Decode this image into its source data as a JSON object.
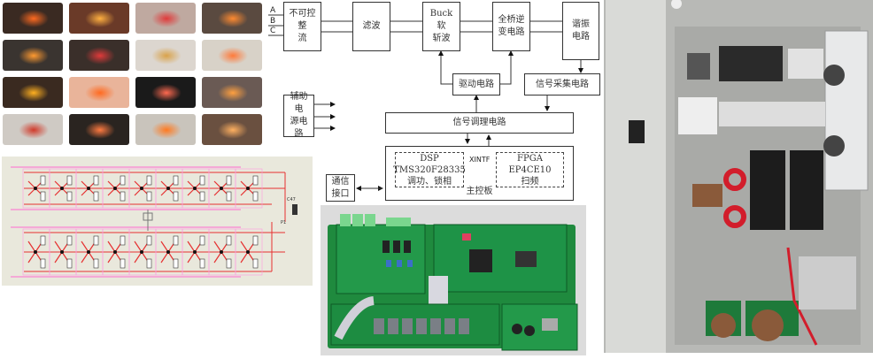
{
  "figure": {
    "photo_grid": {
      "description": "induction heating application photos",
      "rows": 4,
      "cols": 4
    },
    "block_diagram": {
      "inputs": [
        "A",
        "B",
        "C"
      ],
      "blocks": {
        "rectifier": "不可控整流",
        "filter": "滤波",
        "buck": "Buck软斩波",
        "inverter": "全桥逆变电路",
        "resonant": "谐振电路",
        "driver": "驱动电路",
        "signal_acquisition": "信号采集电路",
        "aux_power": "辅助电源电路",
        "signal_conditioning": "信号调理电路",
        "comm_interface": "通信接口",
        "main_board": "主控板"
      },
      "dsp": {
        "title": "DSP",
        "model": "TMS320F28335",
        "function": "调功、锁相"
      },
      "fpga": {
        "title": "FPGA",
        "model": "EP4CE10",
        "function": "扫频"
      },
      "bus_label": "XINTF"
    },
    "schematic": {
      "description": "IGBT series module circuit schematic",
      "capacitor_label": "C47",
      "inductor_label": "P1"
    },
    "pcb_photo": {
      "description": "control board hardware photo"
    },
    "cabinet_photo": {
      "description": "power supply cabinet photo"
    }
  }
}
